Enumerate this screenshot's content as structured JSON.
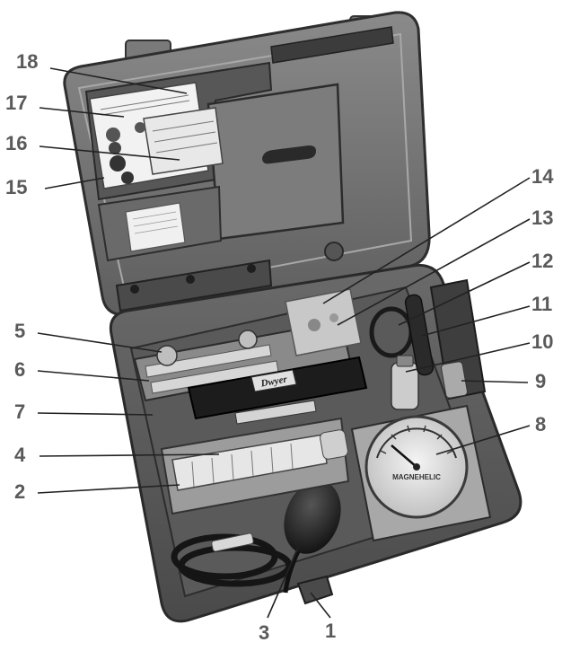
{
  "figure": {
    "brand_plate": "Dwyer",
    "gauge_label": "MAGNEHELIC"
  },
  "callouts": {
    "c1": "1",
    "c2": "2",
    "c3": "3",
    "c4": "4",
    "c5": "5",
    "c6": "6",
    "c7": "7",
    "c8": "8",
    "c9": "9",
    "c10": "10",
    "c11": "11",
    "c12": "12",
    "c13": "13",
    "c14": "14",
    "c15": "15",
    "c16": "16",
    "c17": "17",
    "c18": "18"
  },
  "colors": {
    "case": "#6e6e6e",
    "case_dark": "#3a3a3a",
    "case_light": "#9a9a9a",
    "callout_text": "#5a5a5a",
    "leader_line": "#222222"
  }
}
